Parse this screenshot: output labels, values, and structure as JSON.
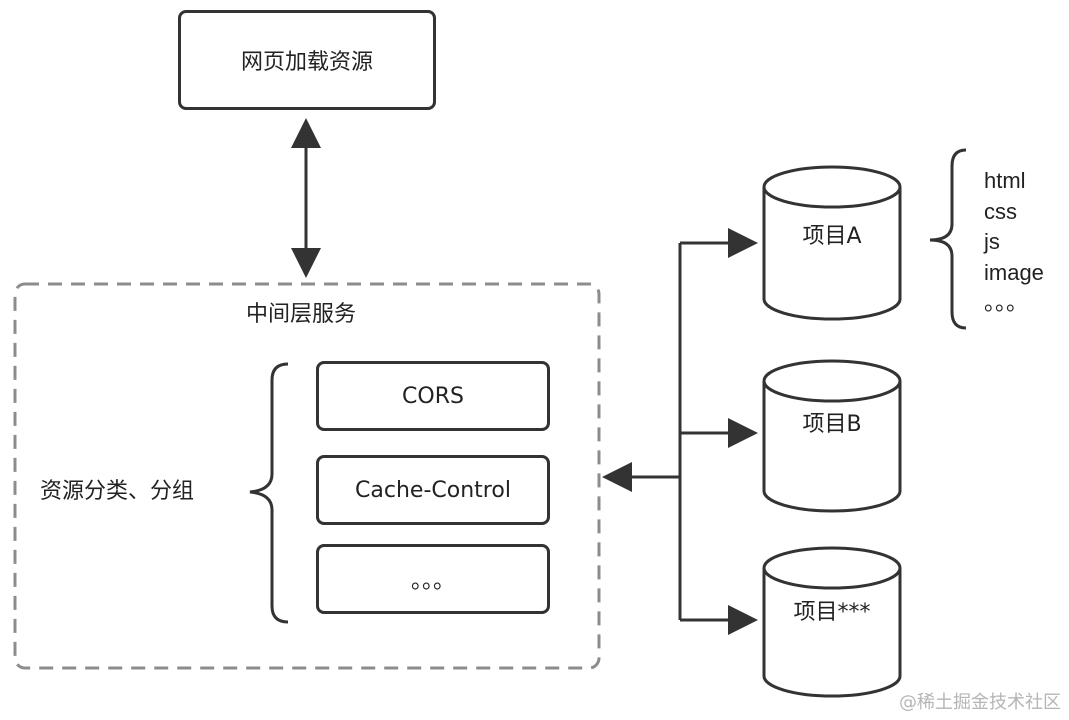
{
  "top_box": {
    "label": "网页加载资源"
  },
  "middle_service": {
    "title": "中间层服务",
    "side_label": "资源分类、分组",
    "items": [
      {
        "label": "CORS"
      },
      {
        "label": "Cache-Control"
      },
      {
        "label": "。。。"
      }
    ]
  },
  "projects": [
    {
      "label": "项目A"
    },
    {
      "label": "项目B"
    },
    {
      "label": "项目***"
    }
  ],
  "resource_types": [
    "html",
    "css",
    "js",
    "image",
    "。。。"
  ],
  "watermark": "@稀土掘金技术社区"
}
